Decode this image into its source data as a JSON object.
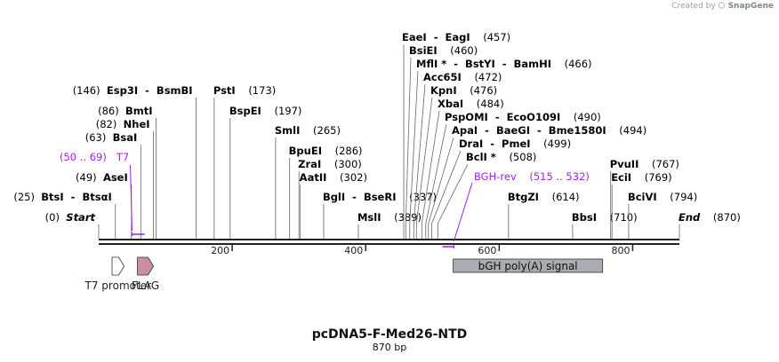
{
  "credit": {
    "prefix": "Created by",
    "brand": "SnapGene"
  },
  "plasmid": {
    "name": "pcDNA5-F-Med26-NTD",
    "size_label": "870 bp",
    "length": 870
  },
  "colors": {
    "label": "#000000",
    "primer": "#a020f0",
    "feature_fill_gray": "#a7adb3",
    "flag_fill": "#c98ea6"
  },
  "enzymes": [
    {
      "prefix": "(0)",
      "name": "Start",
      "pos": 0,
      "italic": true
    },
    {
      "prefix": "(25)",
      "name": "BtsI",
      "alt": "BtsαI",
      "pos": 25
    },
    {
      "prefix": "(49)",
      "name": "AseI",
      "pos": 49
    },
    {
      "prefix": "(63)",
      "name": "BsaI",
      "pos": 63
    },
    {
      "prefix": "(82)",
      "name": "NheI",
      "pos": 82
    },
    {
      "prefix": "(86)",
      "name": "BmtI",
      "pos": 86
    },
    {
      "prefix": "(146)",
      "name": "Esp3I",
      "alt": "BsmBI",
      "pos": 146
    },
    {
      "name": "PstI",
      "suffix": "(173)",
      "pos": 173
    },
    {
      "name": "BspEI",
      "suffix": "(197)",
      "pos": 197
    },
    {
      "name": "SmlI",
      "suffix": "(265)",
      "pos": 265
    },
    {
      "name": "BpuEI",
      "suffix": "(286)",
      "pos": 286
    },
    {
      "name": "ZraI",
      "suffix": "(300)",
      "pos": 300
    },
    {
      "name": "AatII",
      "suffix": "(302)",
      "pos": 302
    },
    {
      "name": "BglI",
      "alt": "BseRI",
      "suffix": "(337)",
      "pos": 337
    },
    {
      "name": "MslI",
      "suffix": "(389)",
      "pos": 389
    },
    {
      "name": "EaeI",
      "alt": "EagI",
      "suffix": "(457)",
      "pos": 457
    },
    {
      "name": "BsiEI",
      "suffix": "(460)",
      "pos": 460
    },
    {
      "name": "MflI",
      "star": true,
      "alt": "BstYI",
      "alt2": "BamHI",
      "suffix": "(466)",
      "pos": 466
    },
    {
      "name": "Acc65I",
      "suffix": "(472)",
      "pos": 472
    },
    {
      "name": "KpnI",
      "suffix": "(476)",
      "pos": 476
    },
    {
      "name": "XbaI",
      "suffix": "(484)",
      "pos": 484
    },
    {
      "name": "PspOMI",
      "alt": "EcoO109I",
      "suffix": "(490)",
      "pos": 490
    },
    {
      "name": "ApaI",
      "alt": "BaeGI",
      "alt2": "Bme1580I",
      "suffix": "(494)",
      "pos": 494
    },
    {
      "name": "DraI",
      "alt": "PmeI",
      "suffix": "(499)",
      "pos": 499
    },
    {
      "name": "BclI",
      "star": true,
      "suffix": "(508)",
      "pos": 508
    },
    {
      "name": "BtgZI",
      "suffix": "(614)",
      "pos": 614
    },
    {
      "name": "BbsI",
      "suffix": "(710)",
      "pos": 710
    },
    {
      "name": "PvuII",
      "suffix": "(767)",
      "pos": 767
    },
    {
      "name": "EciI",
      "suffix": "(769)",
      "pos": 769
    },
    {
      "name": "BciVI",
      "suffix": "(794)",
      "pos": 794
    },
    {
      "name": "End",
      "suffix": "(870)",
      "pos": 870,
      "italic": true
    }
  ],
  "primers": [
    {
      "name": "T7",
      "range": "(50 .. 69)",
      "start": 50,
      "end": 69
    },
    {
      "name": "BGH-rev",
      "range": "(515 .. 532)",
      "start": 515,
      "end": 532
    }
  ],
  "features": [
    {
      "name": "T7 promoter",
      "start": 20,
      "end": 38,
      "shape": "arrow",
      "fill": "#ffffff"
    },
    {
      "name": "FLAG",
      "start": 58,
      "end": 82,
      "shape": "arrow",
      "fill": "#c98ea6"
    },
    {
      "name": "bGH poly(A) signal",
      "start": 531,
      "end": 755,
      "shape": "box",
      "fill": "#a7adb3"
    }
  ],
  "ticks": [
    200,
    400,
    600,
    800
  ]
}
